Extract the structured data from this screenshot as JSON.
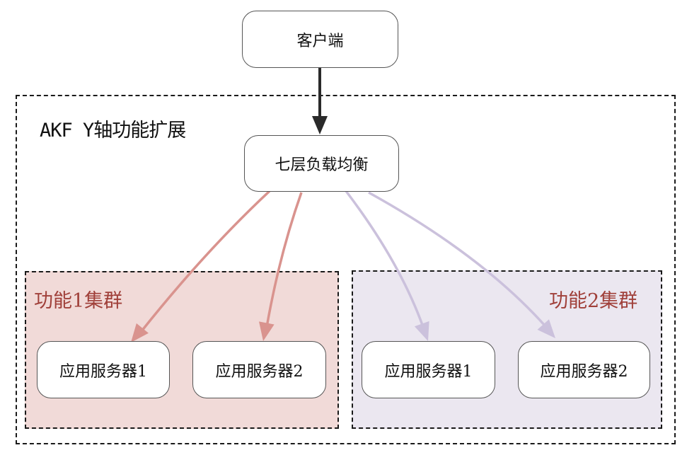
{
  "diagram": {
    "outer_group": {
      "title": "AKF Y轴功能扩展"
    },
    "nodes": {
      "client": "客户端",
      "load_balancer": "七层负载均衡"
    },
    "clusters": [
      {
        "title": "功能1集群",
        "fill": "#f1dad8",
        "edge_color": "#d9938e",
        "servers": [
          "应用服务器1",
          "应用服务器2"
        ]
      },
      {
        "title": "功能2集群",
        "fill": "#ebe7f0",
        "edge_color": "#cbc1dc",
        "servers": [
          "应用服务器1",
          "应用服务器2"
        ]
      }
    ],
    "edges": [
      {
        "from": "客户端",
        "to": "七层负载均衡",
        "color": "#2a2a2a"
      },
      {
        "from": "七层负载均衡",
        "to": "功能1集群/应用服务器1",
        "color": "#d9938e"
      },
      {
        "from": "七层负载均衡",
        "to": "功能1集群/应用服务器2",
        "color": "#d9938e"
      },
      {
        "from": "七层负载均衡",
        "to": "功能2集群/应用服务器1",
        "color": "#cbc1dc"
      },
      {
        "from": "七层负载均衡",
        "to": "功能2集群/应用服务器2",
        "color": "#cbc1dc"
      }
    ],
    "title_color": "#a0403a"
  }
}
